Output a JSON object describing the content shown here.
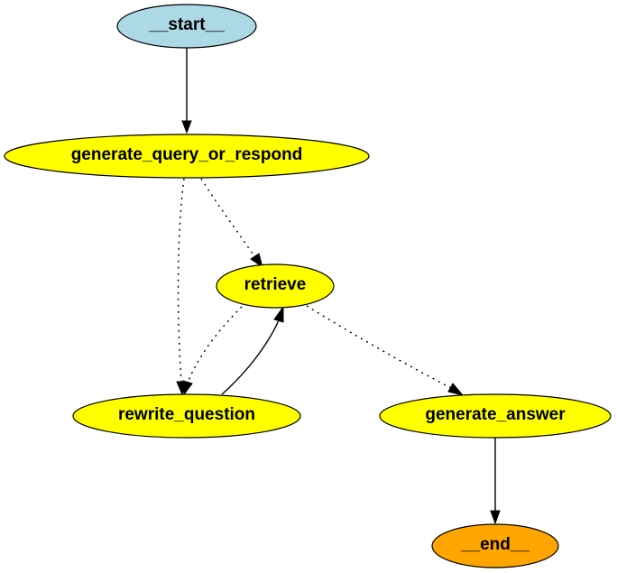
{
  "diagram": {
    "colors": {
      "start_fill": "#add8e6",
      "node_fill": "#ffff00",
      "end_fill": "#ffa500",
      "stroke": "#000000",
      "background": "#ffffff"
    },
    "nodes": {
      "start": {
        "label": "__start__"
      },
      "generate_query_or_respond": {
        "label": "generate_query_or_respond"
      },
      "retrieve": {
        "label": "retrieve"
      },
      "rewrite_question": {
        "label": "rewrite_question"
      },
      "generate_answer": {
        "label": "generate_answer"
      },
      "end": {
        "label": "__end__"
      }
    },
    "edges": [
      {
        "from": "__start__",
        "to": "generate_query_or_respond",
        "style": "solid"
      },
      {
        "from": "generate_query_or_respond",
        "to": "retrieve",
        "style": "dotted"
      },
      {
        "from": "generate_query_or_respond",
        "to": "rewrite_question",
        "style": "dotted"
      },
      {
        "from": "retrieve",
        "to": "rewrite_question",
        "style": "dotted"
      },
      {
        "from": "rewrite_question",
        "to": "retrieve",
        "style": "solid"
      },
      {
        "from": "retrieve",
        "to": "generate_answer",
        "style": "dotted"
      },
      {
        "from": "generate_answer",
        "to": "__end__",
        "style": "solid"
      }
    ]
  }
}
